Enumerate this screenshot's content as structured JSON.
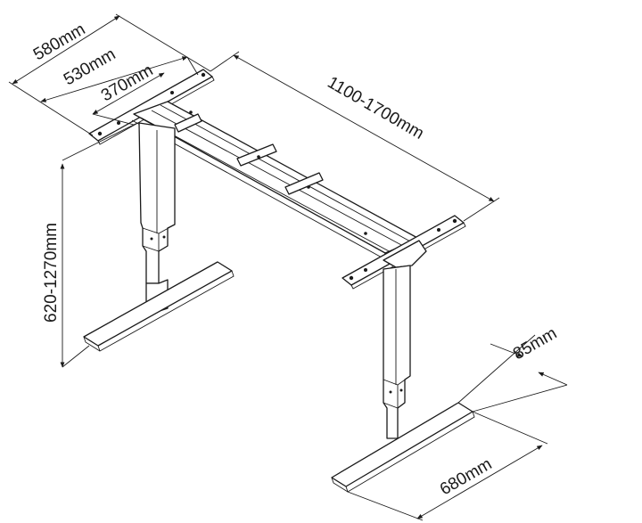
{
  "dimensions": {
    "width_top": "580mm",
    "width_mid": "530mm",
    "width_inner": "370mm",
    "length": "1100-1700mm",
    "height": "620-1270mm",
    "foot_width": "85mm",
    "foot_length": "680mm"
  }
}
